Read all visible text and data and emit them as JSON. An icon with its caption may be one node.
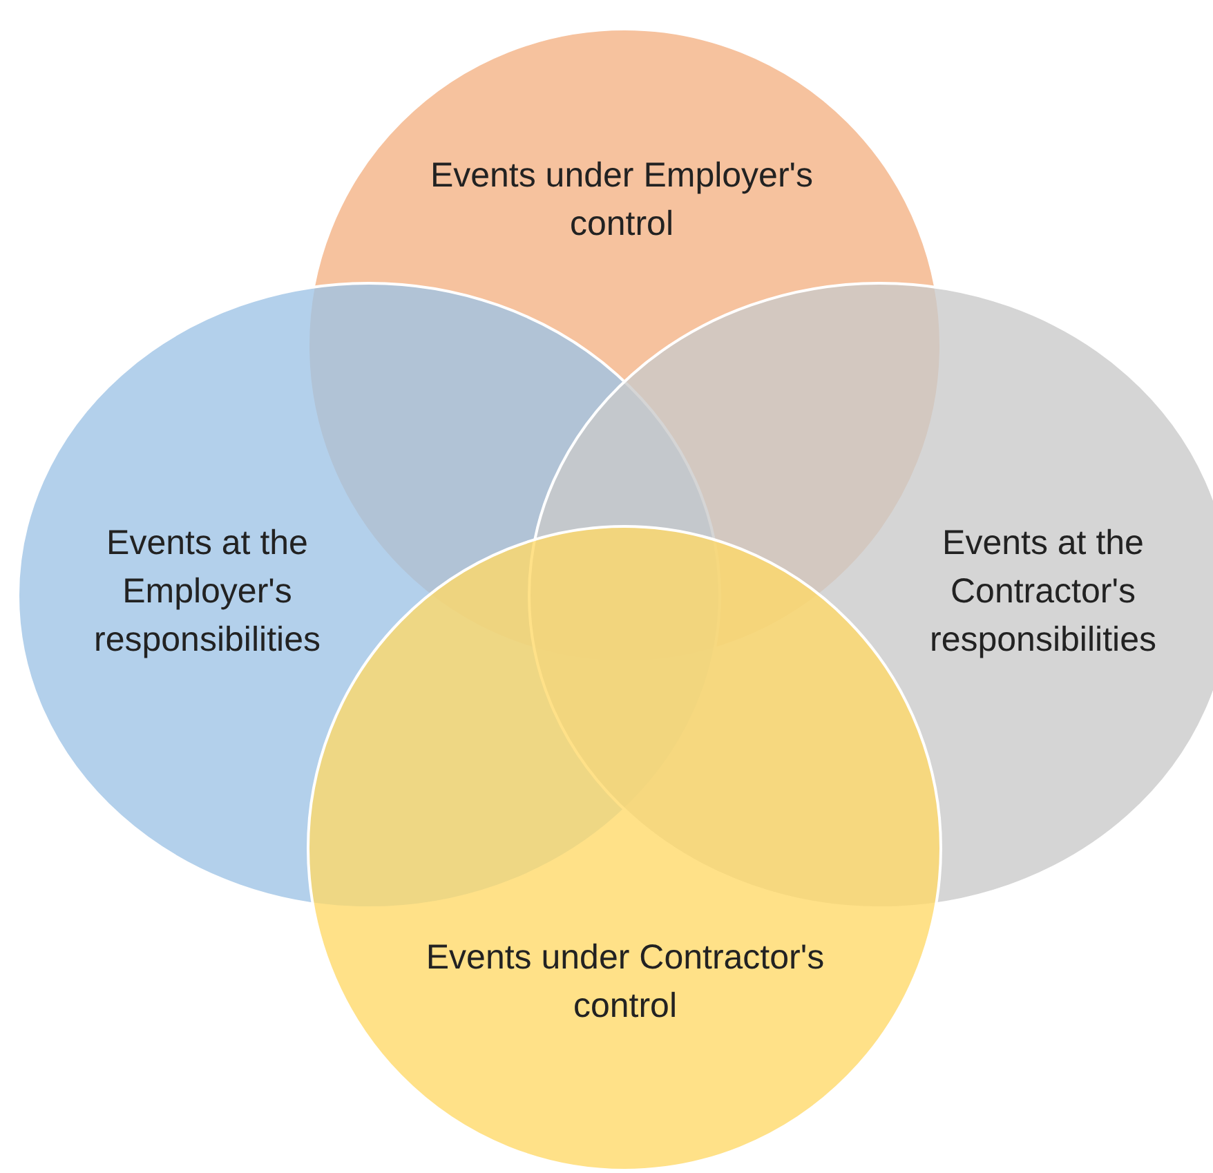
{
  "diagram": {
    "nodes": [
      {
        "text": [
          "Events under Employer's control"
        ]
      },
      {
        "text": [
          "Events at the Employer's responsibilities"
        ]
      },
      {
        "text": [
          "Events at the Contractor's responsibilities"
        ]
      },
      {
        "text": [
          "Events under Contractor's control"
        ]
      }
    ]
  }
}
